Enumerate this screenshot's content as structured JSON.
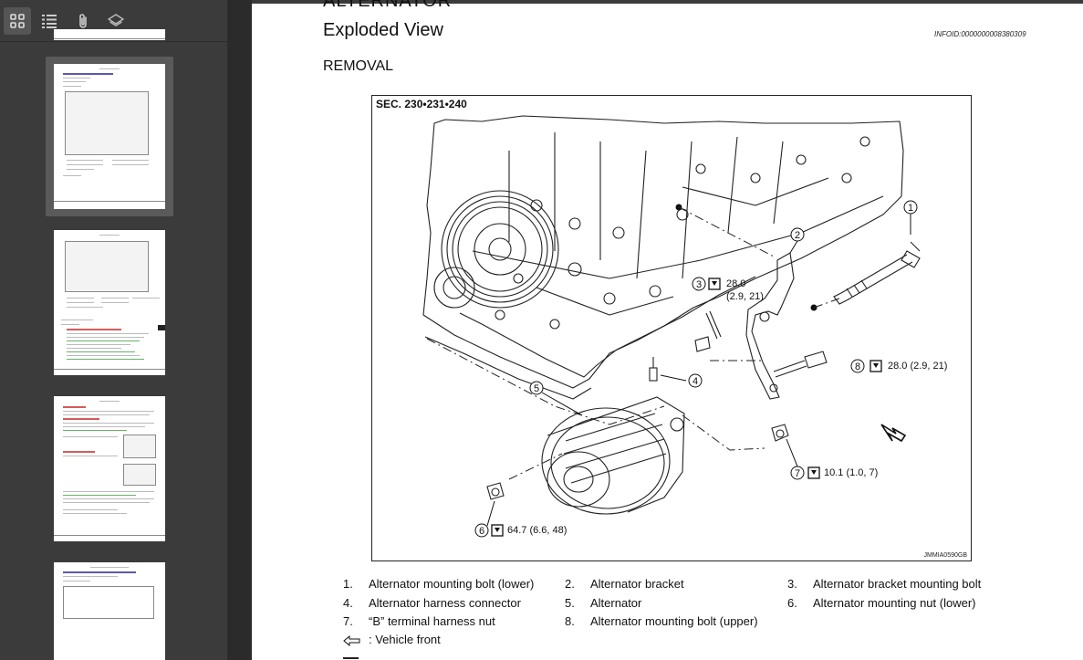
{
  "toolbar": {
    "items": [
      {
        "icon": "thumbnails-icon",
        "active": true
      },
      {
        "icon": "outline-icon",
        "active": false
      },
      {
        "icon": "attachments-icon",
        "active": false
      },
      {
        "icon": "layers-icon",
        "active": false
      }
    ]
  },
  "document": {
    "title": "Exploded View",
    "cut_title": "ALTERNATOR",
    "info_id": "INFOID:0000000008380309",
    "section_heading": "REMOVAL",
    "figure": {
      "section_label": "SEC. 230•231•240",
      "figure_code": "JMMIA0590GB",
      "torques": {
        "t3": "28.0",
        "t3b": "(2.9, 21)",
        "t8": "28.0 (2.9, 21)",
        "t7": "10.1 (1.0, 7)",
        "t6": "64.7 (6.6, 48)"
      }
    },
    "legend": [
      {
        "num": "1.",
        "text": "Alternator mounting bolt (lower)"
      },
      {
        "num": "2.",
        "text": "Alternator bracket"
      },
      {
        "num": "3.",
        "text": "Alternator bracket mounting bolt"
      },
      {
        "num": "4.",
        "text": "Alternator harness connector"
      },
      {
        "num": "5.",
        "text": "Alternator"
      },
      {
        "num": "6.",
        "text": "Alternator mounting nut (lower)"
      },
      {
        "num": "7.",
        "text": "“B” terminal harness nut"
      },
      {
        "num": "8.",
        "text": "Alternator mounting bolt (upper)"
      }
    ],
    "vehicle_front_label": ": Vehicle front"
  }
}
